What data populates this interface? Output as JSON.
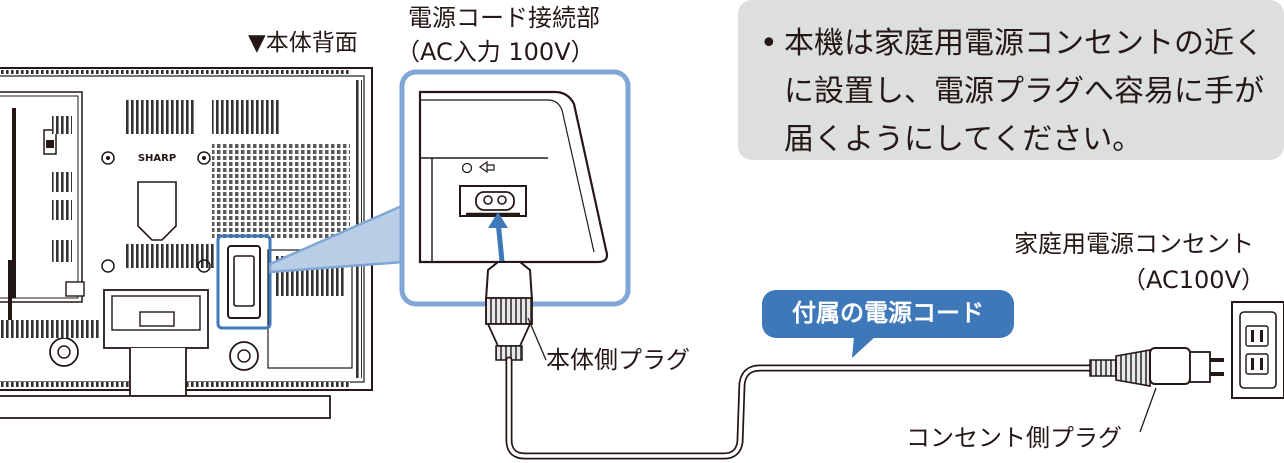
{
  "labels": {
    "rear_view": "▼本体背面",
    "connector_title": "電源コード接続部",
    "connector_spec": "（AC入力 100V）",
    "body_plug": "本体側プラグ",
    "outlet_name": "家庭用電源コンセント",
    "outlet_spec": "（AC100V）",
    "outlet_plug": "コンセント側プラグ",
    "brand": "SHARP"
  },
  "note": {
    "bullet": "•",
    "lines": [
      "本機は家庭用電源コンセントの近く",
      "に設置し、電源プラグへ容易に手が",
      "届くようにしてください。"
    ]
  },
  "cord_tag": "付属の電源コード",
  "colors": {
    "callout_blue": "#3f78b9",
    "zoom_frame": "#7fa6d4",
    "note_bg": "#dddede",
    "line": "#231815"
  }
}
